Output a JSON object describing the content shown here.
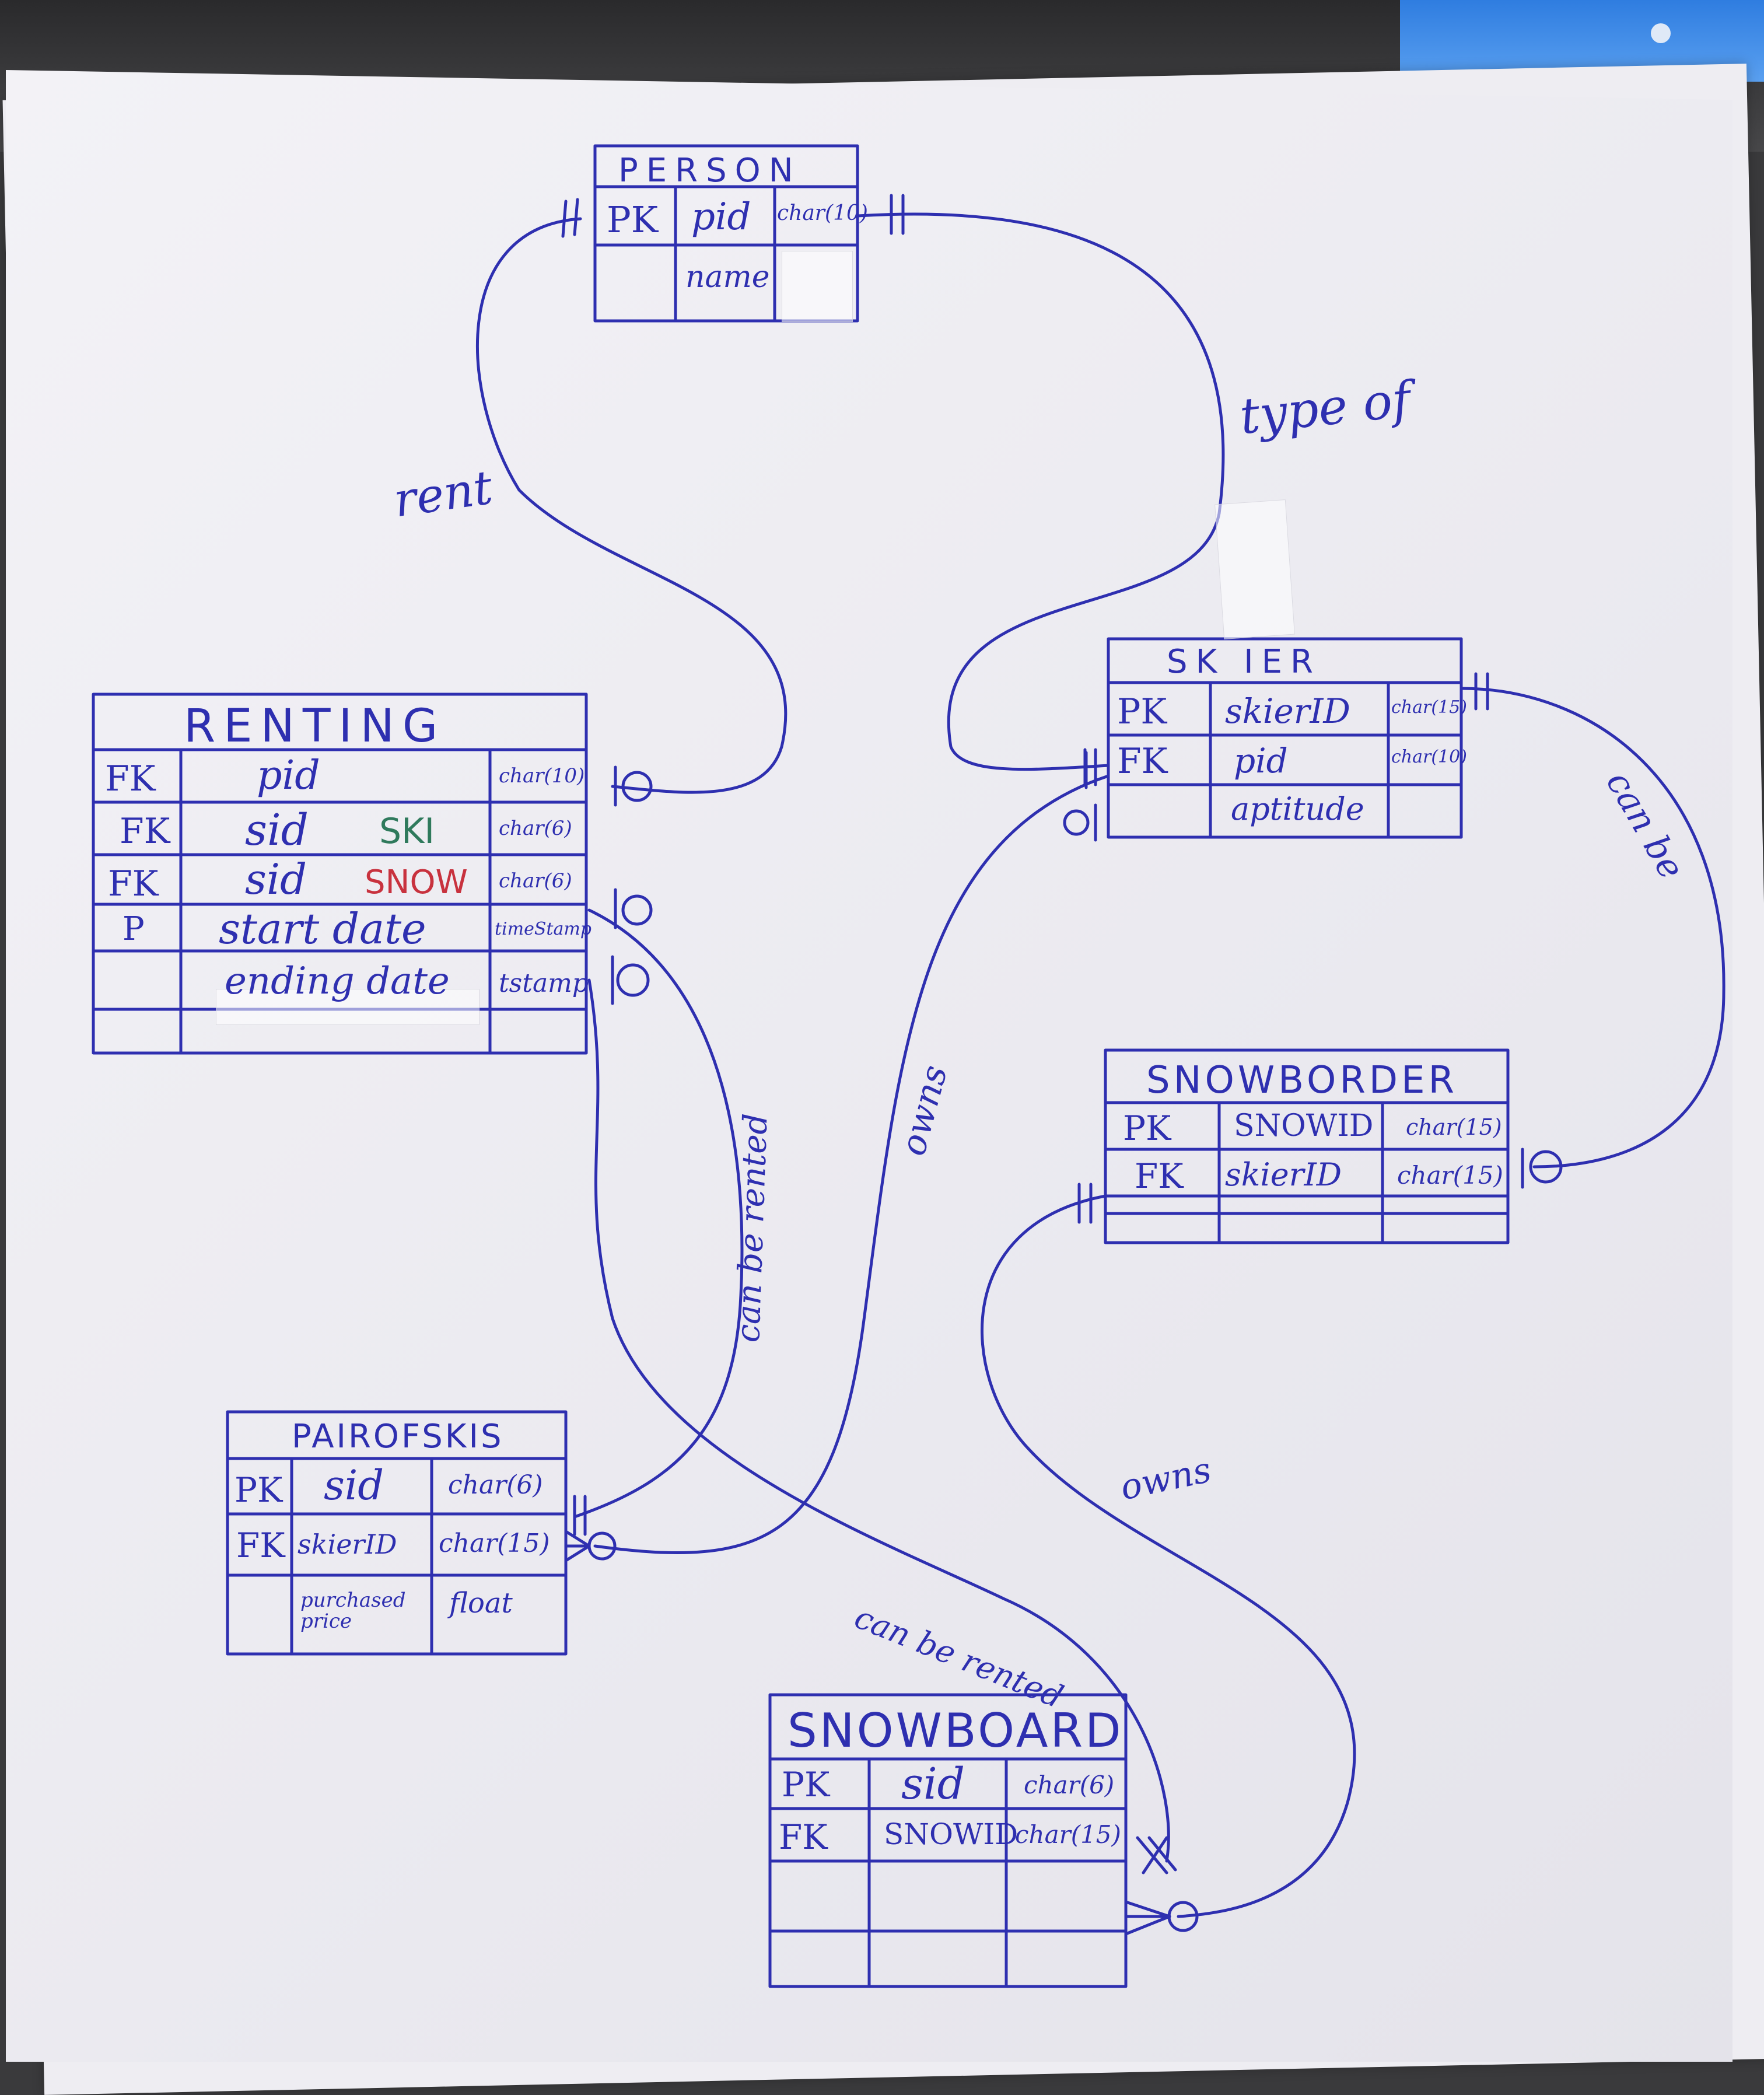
{
  "diagram": {
    "tables": {
      "person": {
        "title": "PERSON",
        "rows": [
          {
            "key": "PK",
            "field": "pid",
            "type": "char(10)"
          },
          {
            "key": "",
            "field": "name",
            "type": ""
          }
        ]
      },
      "skier": {
        "title": "SK IER",
        "rows": [
          {
            "key": "PK",
            "field": "skierID",
            "type": "char(15)"
          },
          {
            "key": "FK",
            "field": "pid",
            "type": "char(10)"
          },
          {
            "key": "",
            "field": "aptitude",
            "type": ""
          }
        ]
      },
      "renting": {
        "title": "RENTING",
        "rows": [
          {
            "key": "FK",
            "field": "pid",
            "field_tag": "",
            "type": "char(10)"
          },
          {
            "key": "FK",
            "field": "sid",
            "field_tag": "SKI",
            "type": "char(6)"
          },
          {
            "key": "FK",
            "field": "sid",
            "field_tag": "SNOW",
            "type": "char(6)"
          },
          {
            "key": "P",
            "field": "start date",
            "field_tag": "",
            "type": "timeStamp"
          },
          {
            "key": "",
            "field": "ending date",
            "field_tag": "",
            "type": "tstamp"
          }
        ]
      },
      "snowborder": {
        "title": "SNOWBORDER",
        "rows": [
          {
            "key": "PK",
            "field": "SNOWID",
            "type": "char(15)"
          },
          {
            "key": "FK",
            "field": "skierID",
            "type": "char(15)"
          }
        ]
      },
      "pairofskis": {
        "title": "PAIROFSKIS",
        "rows": [
          {
            "key": "PK",
            "field": "sid",
            "type": "char(6)"
          },
          {
            "key": "FK",
            "field": "skierID",
            "type": "char(15)"
          },
          {
            "key": "",
            "field": "purchased price",
            "type": "float"
          }
        ]
      },
      "snowboard": {
        "title": "SNOWBOARD",
        "rows": [
          {
            "key": "PK",
            "field": "sid",
            "type": "char(6)"
          },
          {
            "key": "FK",
            "field": "SNOWID",
            "type": "char(15)"
          }
        ]
      }
    },
    "relationships": {
      "rent": "rent",
      "type_of": "type of",
      "can_be": "can be",
      "owns_ski": "owns",
      "owns_snow": "owns",
      "can_be_rented_ski": "can be rented",
      "can_be_rented_snow": "can be rented"
    }
  },
  "colors": {
    "ink": "#2e2fb0",
    "ski_label": "#2f7a5c",
    "snow_label": "#c8323e",
    "paper": "#eeedf2"
  }
}
